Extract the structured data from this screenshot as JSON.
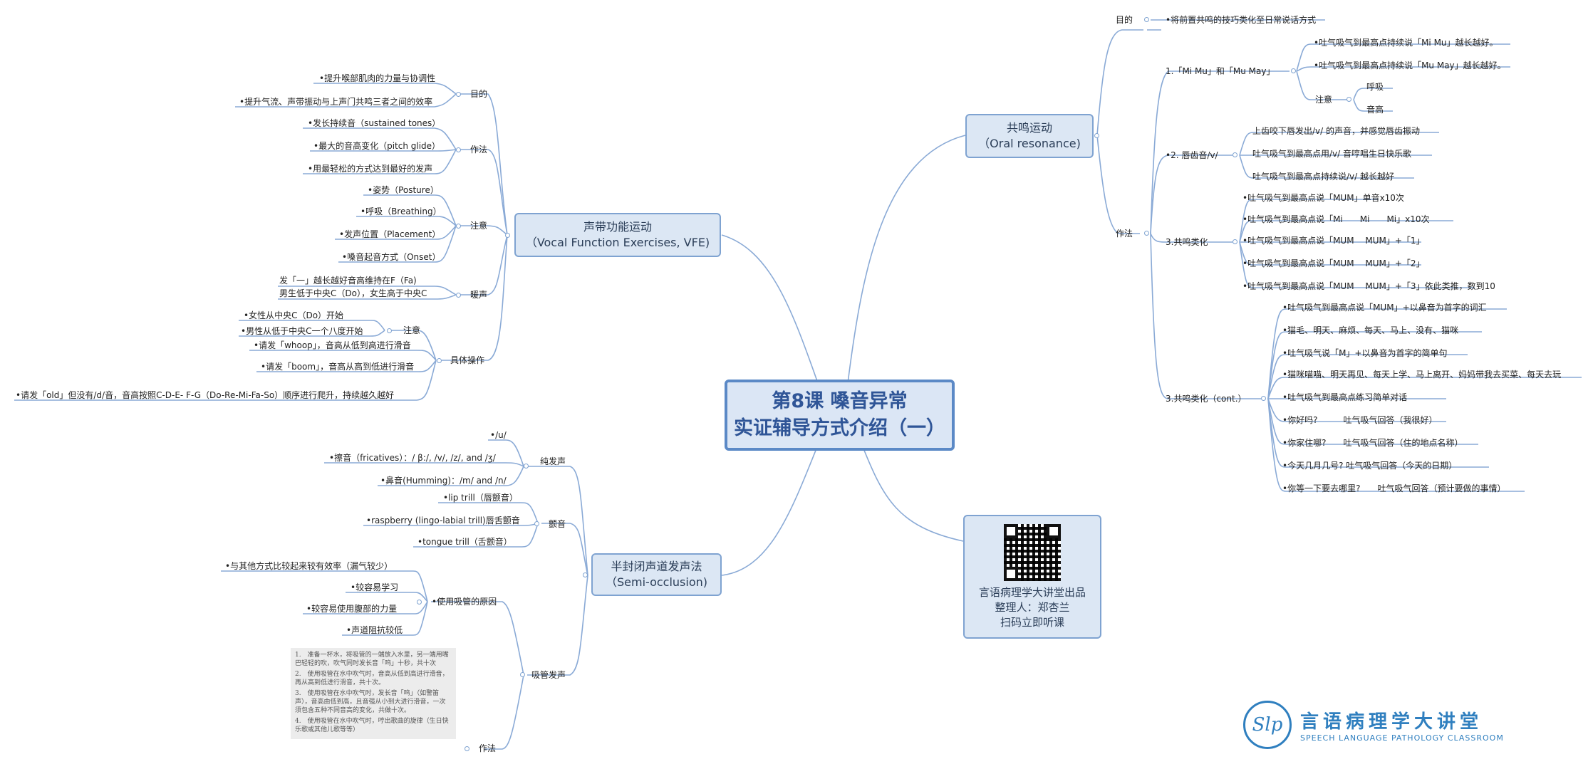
{
  "central": {
    "line1": "第8课 嗓音异常",
    "line2": "实证辅导方式介绍（一）"
  },
  "vfe": {
    "title1": "声带功能运动",
    "title2": "（Vocal Function Exercises, VFE)",
    "purpose": {
      "label": "目的",
      "items": [
        "•提升喉部肌肉的力量与协调性",
        "•提升气流、声带振动与上声门共鸣三者之间的效率"
      ]
    },
    "method": {
      "label": "作法",
      "items": [
        "•发长持续音（sustained tones）",
        "•最大的音高变化（pitch glide）",
        "•用最轻松的方式达到最好的发声"
      ]
    },
    "notes": {
      "label": "注意",
      "items": [
        "•姿势（Posture）",
        "•呼吸（Breathing）",
        "•发声位置（Placement）",
        "•嗓音起音方式（Onset）"
      ]
    },
    "warmup": {
      "label": "暖声",
      "items": [
        "发「一」越长越好音高维持在F（Fa)",
        "男生低于中央C（Do），女生高于中央C"
      ]
    },
    "operation": {
      "label": "具体操作",
      "note_label": "注意",
      "note_items": [
        "•女性从中央C（Do）开始",
        "•男性从低于中央C一个八度开始"
      ],
      "items": [
        "•请发「whoop」，音高从低到高进行滑音",
        "•请发「boom」，音高从高到低进行滑音",
        "•请发「old」但没有/d/音，音高按照C-D-E- F-G（Do-Re-Mi-Fa-So）顺序进行爬升，持续越久越好"
      ]
    }
  },
  "semi": {
    "title1": "半封闭声道发声法",
    "title2": "（Semi-occlusion)",
    "pure": {
      "label": "纯发声",
      "items": [
        "•/u/",
        "•擦音（fricatives）：/ β:/, /v/, /z/, and /ʒ/",
        "•鼻音(Humming)：/m/ and /n/"
      ]
    },
    "trill": {
      "label": "颤音",
      "items": [
        "•lip trill（唇颤音）",
        "•raspberry (lingo-labial trill)唇舌颤音",
        "•tongue trill（舌颤音）"
      ]
    },
    "straw": {
      "label": "吸管发声",
      "reason_label": "•使用吸管的原因",
      "reasons": [
        "•与其他方式比较起来较有效率（漏气较少）",
        "•较容易学习",
        "•较容易使用腹部的力量",
        "•声道阻抗较低"
      ],
      "method_label": "作法",
      "steps": [
        "1.　准备一杯水，将吸管的一端放入水里，另一端用嘴巴轻轻的吹，吹气同时发长音「呜」十秒，共十次",
        "2.　使用吸管在水中吹气时，音高从低到高进行滑音，再从高到低进行滑音，共十次。",
        "3.　使用吸管在水中吹气时，发长音「呜」（如警笛声），音高由低到高，且音强从小到大进行滑音，一次须包含五种不同音高的变化，共做十次。",
        "4.　使用吸管在水中吹气时，哼出歌曲的旋律（生日快乐歌或其他儿歌等等）"
      ]
    }
  },
  "oral": {
    "title1": "共鸣运动",
    "title2": "（Oral resonance)",
    "purpose": {
      "label": "目的",
      "items": [
        "•将前置共鸣的技巧类化至日常说话方式"
      ]
    },
    "method_label": "作法",
    "mimu": {
      "label": "1.「Mi Mu」和「Mu May」",
      "items": [
        "•吐气吸气到最高点持续说「Mi Mu」越长越好。",
        "•吐气吸气到最高点持续说「Mu May」越长越好。"
      ],
      "note_label": "注意",
      "note_items": [
        "呼吸",
        "音高"
      ]
    },
    "teeth": {
      "label": "•2. 唇齿音/v/",
      "items": [
        "上齿咬下唇发出/v/ 的声音，并感觉唇齿振动",
        "吐气吸气到最高点用/v/ 音哼唱生日快乐歌",
        "吐气吸气到最高点持续说/v/ 越长越好"
      ]
    },
    "resonance": {
      "label": "3.共鸣类化",
      "items": [
        "•吐气吸气到最高点说「MUM」单音x10次",
        "•吐气吸气到最高点说「Mi　　Mi　　Mi」x10次",
        "•吐气吸气到最高点说「MUM　 MUM」+「1」",
        "•吐气吸气到最高点说「MUM　 MUM」+「2」",
        "•吐气吸气到最高点说「MUM　 MUM」+「3」依此类推，数到10"
      ]
    },
    "resonance2": {
      "label": "3.共鸣类化（cont.）",
      "items": [
        "•吐气吸气到最高点说「MUM」+以鼻音为首字的词汇",
        "•猫毛、明天、麻烦、每天、马上、没有、猫咪",
        "•吐气吸气说「M」+以鼻音为首字的简单句",
        "•猫咪喵喵、明天再见、每天上学、马上离开、妈妈带我去买菜、每天去玩",
        "•吐气吸气到最高点练习简单对话",
        "•你好吗?　　　吐气吸气回答（我很好）",
        "•你家住哪?　　吐气吸气回答（住的地点名称）",
        "•今天几月几号? 吐气吸气回答（今天的日期）",
        "•你等一下要去哪里?　　吐气吸气回答（预计要做的事情）"
      ]
    }
  },
  "qr_card": {
    "line1": "言语病理学大讲堂出品",
    "line2": "整理人：郑杏兰",
    "line3": "扫码立即听课"
  },
  "logo": {
    "mark": "Slp",
    "cn": "言语病理学大讲堂",
    "en": "SPEECH LANGUAGE PATHOLOGY CLASSROOM"
  },
  "colors": {
    "line": "#7fa3d1",
    "box_fill": "#dce7f4",
    "central_border": "#5b89c6",
    "title_blue": "#2f5597",
    "logo_blue": "#2f7fbf"
  }
}
